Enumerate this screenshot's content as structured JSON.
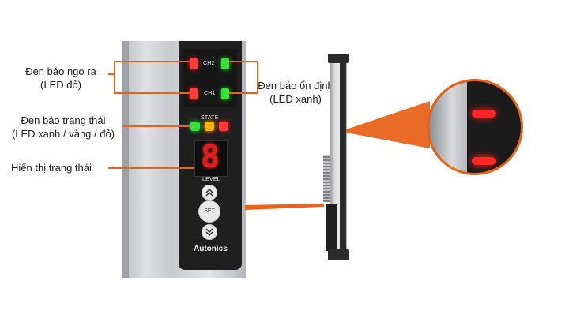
{
  "annotations": {
    "output_indicator": {
      "line1": "Đen báo ngo ra",
      "line2": "(LED đỏ)"
    },
    "stable_indicator": {
      "line1": "Đen báo ổn định",
      "line2": "(LED xanh)"
    },
    "state_indicator": {
      "line1": "Đen báo trạng thái",
      "line2": "(LED xanh / vàng / đỏ)"
    },
    "status_display": "Hiển thị trạng thái"
  },
  "device": {
    "channel_2_label": "CH2",
    "channel_1_label": "CH1",
    "state_label": "STATE",
    "digit_value": "8",
    "level_label": "LEVEL",
    "set_button_label": "SET",
    "brand": "Autonics"
  },
  "colors": {
    "accent_line": "#e8631a",
    "led_red": "#ff3b3b",
    "led_green": "#39e03c",
    "led_yellow": "#ffb300"
  }
}
